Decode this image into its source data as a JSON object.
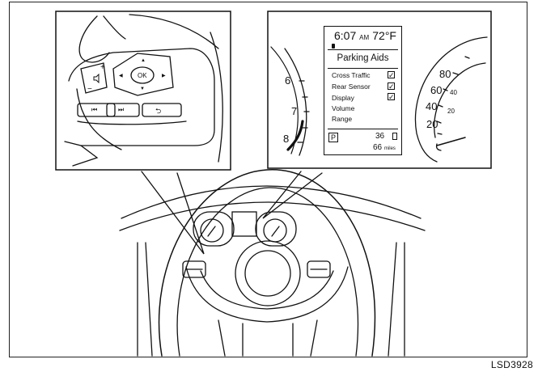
{
  "figure_code": "LSD3928",
  "display": {
    "time": "6:07",
    "time_suffix": "AM",
    "temperature": "72°F",
    "title": "Parking Aids",
    "items": [
      {
        "label": "Cross Traffic",
        "checked": true,
        "check_mark": "✓"
      },
      {
        "label": "Rear Sensor",
        "checked": true,
        "check_mark": "✓"
      },
      {
        "label": "Display",
        "checked": true,
        "check_mark": "✓"
      },
      {
        "label": "Volume",
        "checked": false
      },
      {
        "label": "Range",
        "checked": false
      }
    ],
    "gear": "P",
    "fuel_value": "36",
    "range_value": "66",
    "range_unit": "miles"
  },
  "tachometer": {
    "labels": [
      "6",
      "7",
      "8"
    ]
  },
  "speedometer": {
    "labels": [
      "80",
      "60",
      "40",
      "20"
    ],
    "inner_labels": [
      "40",
      "20"
    ]
  },
  "steering_switch": {
    "ok_label": "OK",
    "up_arrow": "▲",
    "down_arrow": "▼",
    "left_arrow": "◀",
    "right_arrow": "▶",
    "plus_label": "+",
    "minus_label": "−",
    "prev_label": "⏮",
    "next_label": "⏭",
    "back_label": "⮌"
  },
  "icons": [
    "volume-icon",
    "bell-icon",
    "fuel-pump-icon"
  ]
}
